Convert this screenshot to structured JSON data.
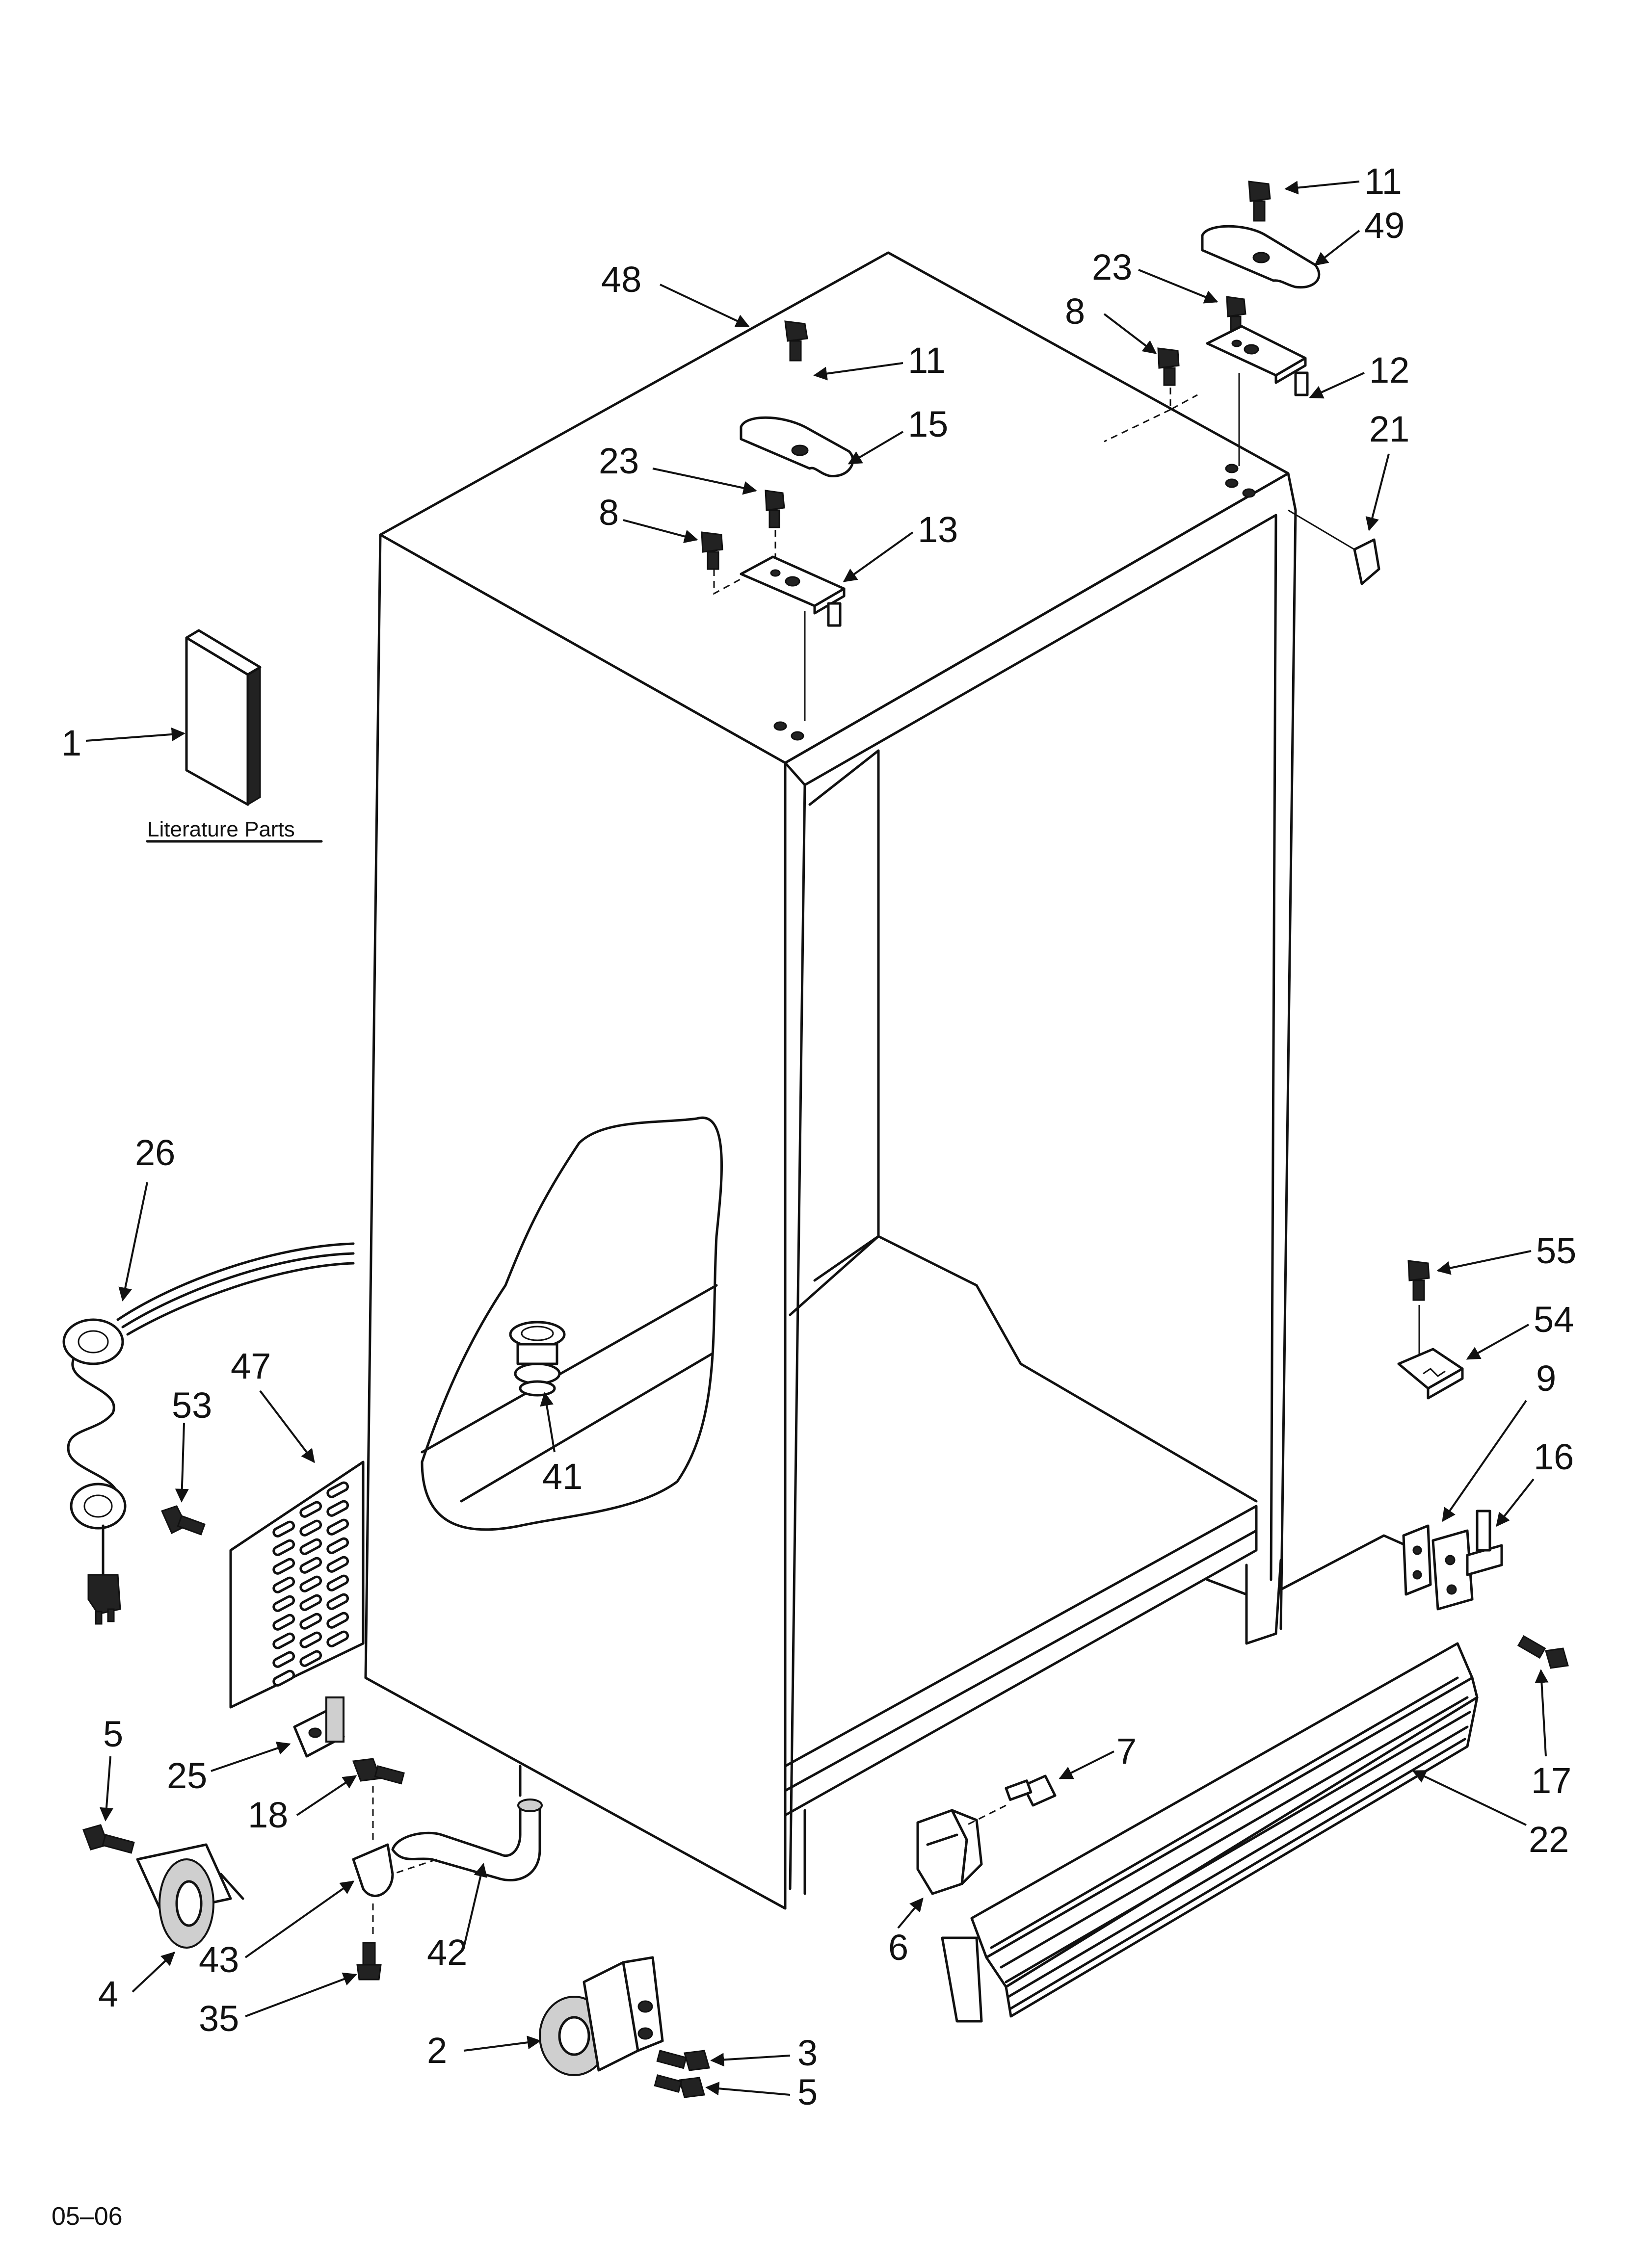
{
  "labels": [
    {
      "id": "lbl-48",
      "text": "48"
    },
    {
      "id": "lbl-11a",
      "text": "11"
    },
    {
      "id": "lbl-49",
      "text": "49"
    },
    {
      "id": "lbl-23a",
      "text": "23"
    },
    {
      "id": "lbl-8a",
      "text": "8"
    },
    {
      "id": "lbl-12",
      "text": "12"
    },
    {
      "id": "lbl-21",
      "text": "21"
    },
    {
      "id": "lbl-11b",
      "text": "11"
    },
    {
      "id": "lbl-15",
      "text": "15"
    },
    {
      "id": "lbl-23b",
      "text": "23"
    },
    {
      "id": "lbl-8b",
      "text": "8"
    },
    {
      "id": "lbl-13",
      "text": "13"
    },
    {
      "id": "lbl-1",
      "text": "1"
    },
    {
      "id": "lbl-26",
      "text": "26"
    },
    {
      "id": "lbl-47",
      "text": "47"
    },
    {
      "id": "lbl-53",
      "text": "53"
    },
    {
      "id": "lbl-41",
      "text": "41"
    },
    {
      "id": "lbl-55",
      "text": "55"
    },
    {
      "id": "lbl-54",
      "text": "54"
    },
    {
      "id": "lbl-9",
      "text": "9"
    },
    {
      "id": "lbl-16",
      "text": "16"
    },
    {
      "id": "lbl-17",
      "text": "17"
    },
    {
      "id": "lbl-7",
      "text": "7"
    },
    {
      "id": "lbl-22",
      "text": "22"
    },
    {
      "id": "lbl-6",
      "text": "6"
    },
    {
      "id": "lbl-5a",
      "text": "5"
    },
    {
      "id": "lbl-25",
      "text": "25"
    },
    {
      "id": "lbl-18",
      "text": "18"
    },
    {
      "id": "lbl-4",
      "text": "4"
    },
    {
      "id": "lbl-43",
      "text": "43"
    },
    {
      "id": "lbl-42",
      "text": "42"
    },
    {
      "id": "lbl-35",
      "text": "35"
    },
    {
      "id": "lbl-2",
      "text": "2"
    },
    {
      "id": "lbl-3",
      "text": "3"
    },
    {
      "id": "lbl-5b",
      "text": "5"
    }
  ],
  "literature_label": "Literature Parts",
  "date_code": "05–06"
}
